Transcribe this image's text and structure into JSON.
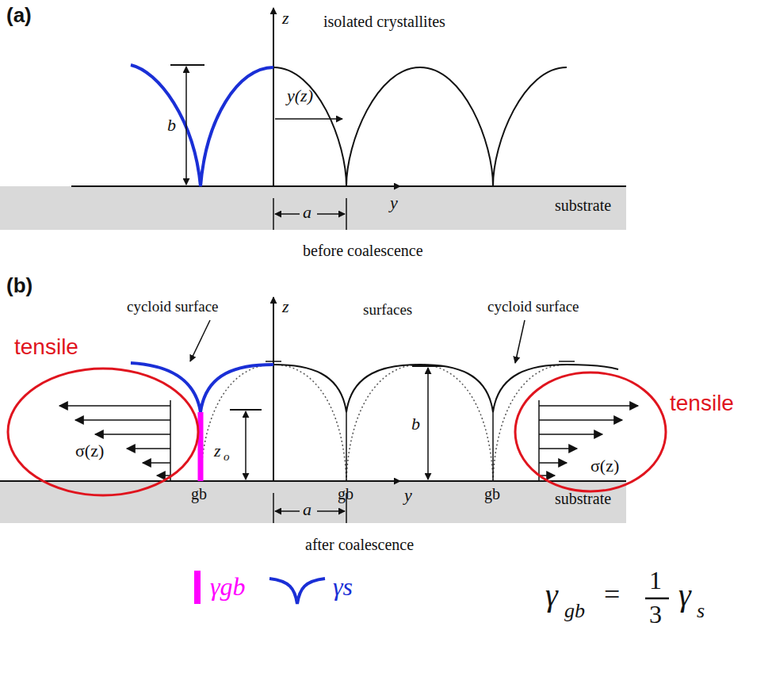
{
  "diagram": {
    "labels": [
      "(a)",
      "z",
      "isolated crystallites",
      "b",
      "y(z)",
      "y",
      "a",
      "substrate",
      "before coalescence",
      "(b)",
      "tensile",
      "cycloid surface",
      "z",
      "surfaces",
      "cycloid surface",
      "tensile",
      "σ(z)",
      "z",
      "o",
      "b",
      "σ(z)",
      "gb",
      "gb",
      "gb",
      "y",
      "a",
      "substrate",
      "after coalescence",
      "γ",
      "gb",
      "=",
      "1",
      "3",
      "γ",
      "s"
    ],
    "legend": [
      {
        "text": "γgb",
        "color": "#ff00ff"
      },
      {
        "text": "γs"
      }
    ]
  }
}
